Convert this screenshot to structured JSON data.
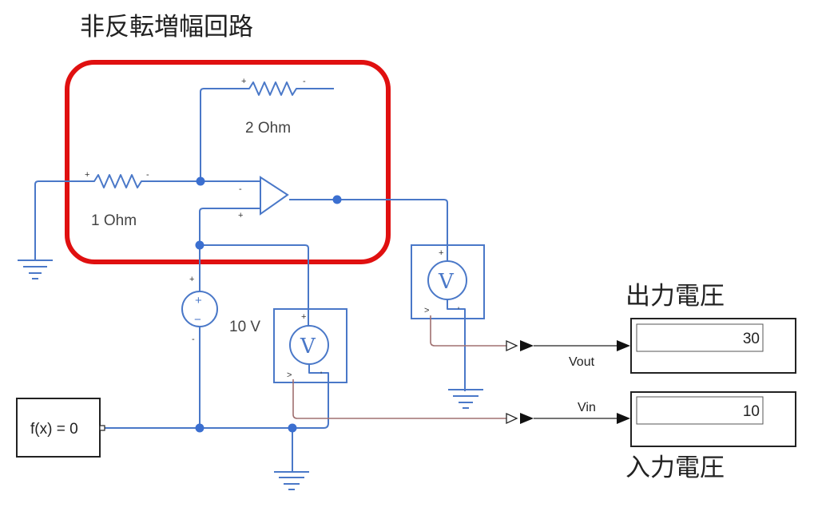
{
  "title": "非反転増幅回路",
  "circuit": {
    "resistor_input": {
      "label": "1 Ohm",
      "plus": "+",
      "minus": "-"
    },
    "resistor_feedback": {
      "label": "2 Ohm",
      "plus": "+",
      "minus": "-"
    },
    "opamp": {
      "minus": "-",
      "plus": "+"
    },
    "voltage_source": {
      "label": "10 V",
      "plus": "+",
      "minus": "-",
      "symbol_plus": "+",
      "symbol_minus": "−"
    },
    "voltmeter_in": {
      "symbol": "V",
      "plus": "+",
      "out": ">",
      "minus": "'"
    },
    "voltmeter_out": {
      "symbol": "V",
      "plus": "+",
      "out": ">",
      "minus": "'"
    },
    "solver_block": {
      "label": "f(x) = 0"
    }
  },
  "signals": {
    "vout": {
      "label": "Vout"
    },
    "vin": {
      "label": "Vin"
    }
  },
  "displays": {
    "output": {
      "caption": "出力電圧",
      "value": "30"
    },
    "input": {
      "caption": "入力電圧",
      "value": "10"
    }
  },
  "colors": {
    "wire": "#4a78c8",
    "junction": "#3b6fd0",
    "highlight": "#e01010",
    "signal": "#a07070"
  }
}
